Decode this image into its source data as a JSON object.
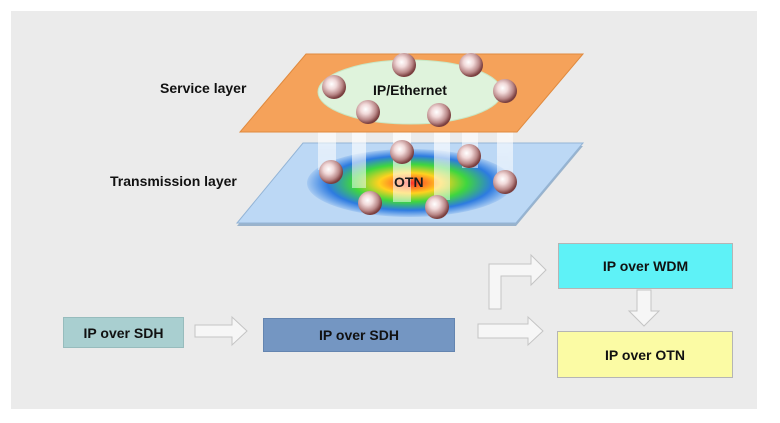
{
  "layers": {
    "service_label": "Service layer",
    "transmission_label": "Transmission layer",
    "service_node": "IP/Ethernet",
    "transmission_node": "OTN"
  },
  "evolution": {
    "stage1": "IP over SDH",
    "stage2": "IP over SDH",
    "stage3a": "IP over WDM",
    "stage3b": "IP over OTN"
  },
  "colors": {
    "service_plane": "#f5a25a",
    "transmission_plane": "#bcd8f5",
    "stage1": "#a9cfd0",
    "stage2": "#7496c2",
    "stage3a": "#5ef2f7",
    "stage3b": "#fbfba4"
  }
}
